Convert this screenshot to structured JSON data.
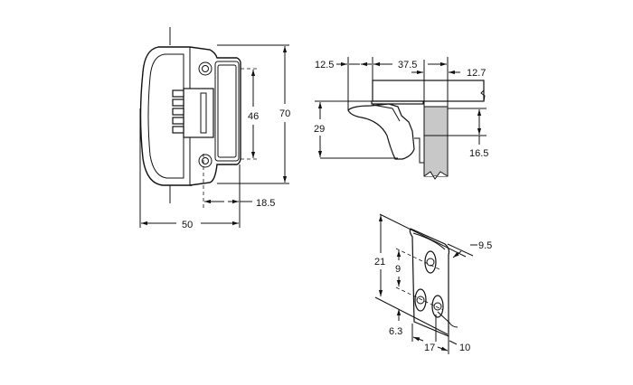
{
  "drawing": {
    "front_view": {
      "width": "50",
      "height": "70",
      "hole_spacing": "46",
      "offset": "18.5"
    },
    "side_view": {
      "overhang": "12.5",
      "depth": "37.5",
      "door_thickness": "12.7",
      "height": "29",
      "door_overlap": "16.5"
    },
    "bracket_view": {
      "height": "21",
      "slot_spacing": "9",
      "bottom_offset": "6.3",
      "width": "17",
      "hole_offset": "10",
      "thickness": "9.5"
    },
    "colors": {
      "door_fill": "#c8c8c8",
      "line": "#111111"
    }
  }
}
